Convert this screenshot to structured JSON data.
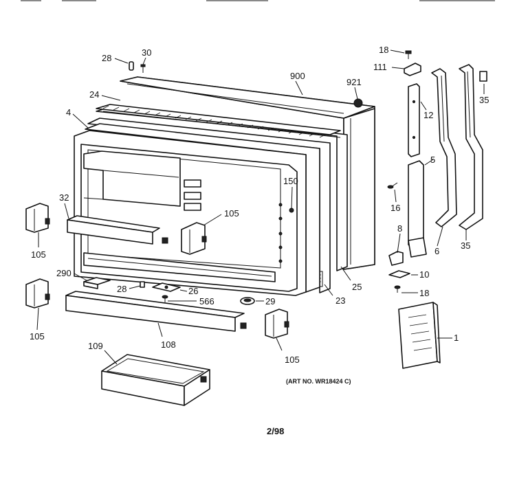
{
  "callouts": {
    "c1": "1",
    "c4": "4",
    "c5": "5",
    "c6": "6",
    "c8": "8",
    "c10": "10",
    "c12": "12",
    "c16": "16",
    "c18_top": "18",
    "c18_bot": "18",
    "c23": "23",
    "c24": "24",
    "c25": "25",
    "c26": "26",
    "c28_top": "28",
    "c28_bot": "28",
    "c29": "29",
    "c30": "30",
    "c32": "32",
    "c35_top": "35",
    "c35_bot": "35",
    "c105_mid": "105",
    "c105_l1": "105",
    "c105_l2": "105",
    "c105_bot": "105",
    "c108": "108",
    "c109": "109",
    "c111": "111",
    "c150": "150",
    "c290": "290",
    "c566": "566",
    "c900": "900",
    "c921": "921"
  },
  "art_note": "(ART NO. WR18424 C)",
  "date_code": "2/98",
  "colors": {
    "ink": "#111111",
    "paper": "#ffffff"
  }
}
